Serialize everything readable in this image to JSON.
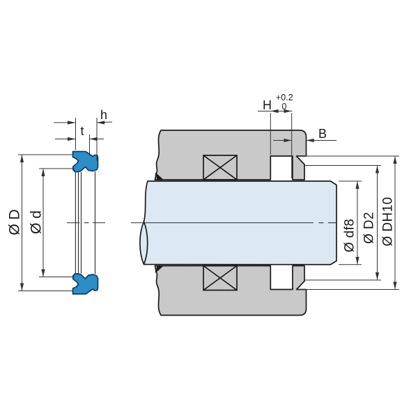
{
  "drawing": {
    "colors": {
      "seal_fill": "#2e8cc7",
      "seal_outline": "#0d3c63",
      "shaft_fill": "#dce9f5",
      "housing_fill": "#c9c9c9",
      "outline": "#1a1a1a",
      "dimension_line": "#333333",
      "background": "#ffffff"
    },
    "left_view": {
      "outer_diameter_label": "Ø D",
      "inner_diameter_label": "Ø d",
      "total_width_label": "h",
      "lip_width_label": "t"
    },
    "right_view": {
      "groove_width_label": "H",
      "groove_width_tol_upper": "+0.2",
      "groove_width_tol_lower": "0",
      "retaining_lip_width_label": "B",
      "shaft_diameter_label": "Ø df8",
      "lip_bore_diameter_label": "Ø D2",
      "groove_bore_diameter_label": "Ø DH10"
    }
  }
}
